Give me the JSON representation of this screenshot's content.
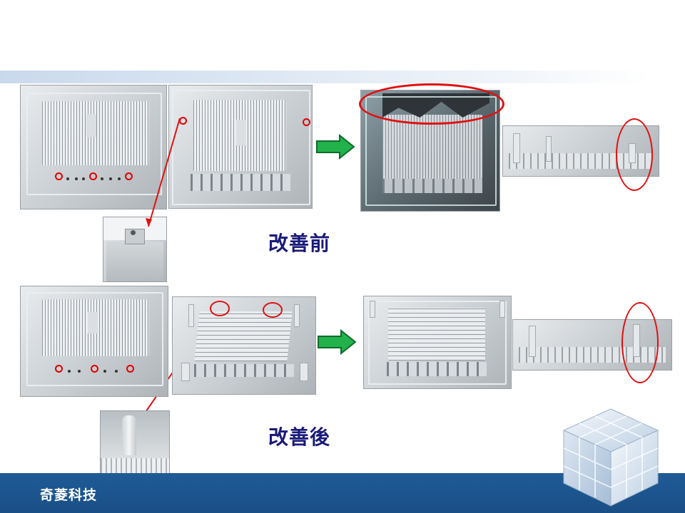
{
  "captions": {
    "before": "改善前",
    "after": "改善後"
  },
  "footer": {
    "company": "奇菱科技"
  },
  "icons": {
    "arrow_1": "green-right-arrow-icon",
    "arrow_2": "green-right-arrow-icon",
    "logo": "rubiks-cube-logo-icon"
  },
  "colors": {
    "footer_bg": "#1f5b96",
    "caption_text": "#1a1a7a",
    "highlight_red": "#e01010",
    "arrow_green": "#22b24c"
  }
}
